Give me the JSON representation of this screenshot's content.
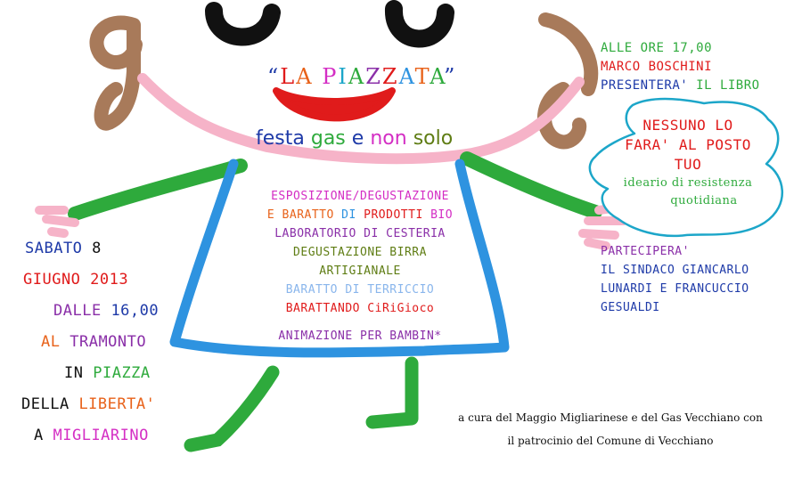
{
  "colors": {
    "brown": "#a87a5a",
    "pink": "#f6b3c8",
    "green": "#2eaa3c",
    "blue": "#2e93e0",
    "red": "#e01b1b",
    "black": "#111111",
    "purple": "#8a2fa8",
    "darkblue": "#1e3aa8",
    "orange": "#e8621a",
    "olive": "#5f7d14",
    "magenta": "#d42ec4",
    "cyan": "#1ca6c9",
    "lightblue": "#8ab6ec"
  },
  "title": {
    "quote_open": "“",
    "letters": [
      "L",
      "A",
      " ",
      "P",
      "I",
      "A",
      "Z",
      "Z",
      "A",
      "T",
      "A"
    ],
    "quote_close": "”"
  },
  "subtitle": {
    "w1": "festa",
    "w2": "gas",
    "w3": "e",
    "w4": "non",
    "w5": "solo"
  },
  "program": {
    "l1": "ESPOSIZIONE/DEGUSTAZIONE",
    "l2a": "E BARATTO",
    "l2b": "DI",
    "l2c": "PRODOTTI",
    "l2d": "BIO",
    "l3": "LABORATORIO DI CESTERIA",
    "l4": "DEGUSTAZIONE BIRRA",
    "l5": "ARTIGIANALE",
    "l6": "BARATTO DI TERRICCIO",
    "l7": "BARATTANDO CiRiGioco",
    "l8": "ANIMAZIONE PER BAMBIN*"
  },
  "date": {
    "d1a": "SABATO",
    "d1b": "8",
    "d2": "GIUGNO 2013",
    "d3a": "DALLE",
    "d3b": "16,00",
    "d4a": "AL",
    "d4b": "TRAMONTO",
    "d5a": "IN",
    "d5b": "PIAZZA",
    "d6a": "DELLA",
    "d6b": "LIBERTA'",
    "d7a": "A",
    "d7b": "MIGLIARINO"
  },
  "book": {
    "l1": "ALLE ORE 17,00",
    "l2": "MARCO BOSCHINI",
    "l3a": "PRESENTERA'",
    "l3b": "IL LIBRO",
    "cloud_l1": "NESSUNO LO",
    "cloud_l2": "FARA' AL POSTO",
    "cloud_l3": "TUO",
    "cloud_l4": "ideario di resistenza",
    "cloud_l5": "quotidiana"
  },
  "guests": {
    "l1": "PARTECIPERA'",
    "l2": "IL SINDACO GIANCARLO",
    "l3": "LUNARDI E FRANCUCCIO",
    "l4": "GESUALDI"
  },
  "credits": {
    "l1": "a cura del Maggio Migliarinese e del Gas Vecchiano con",
    "l2": "il patrocinio del Comune di Vecchiano"
  }
}
